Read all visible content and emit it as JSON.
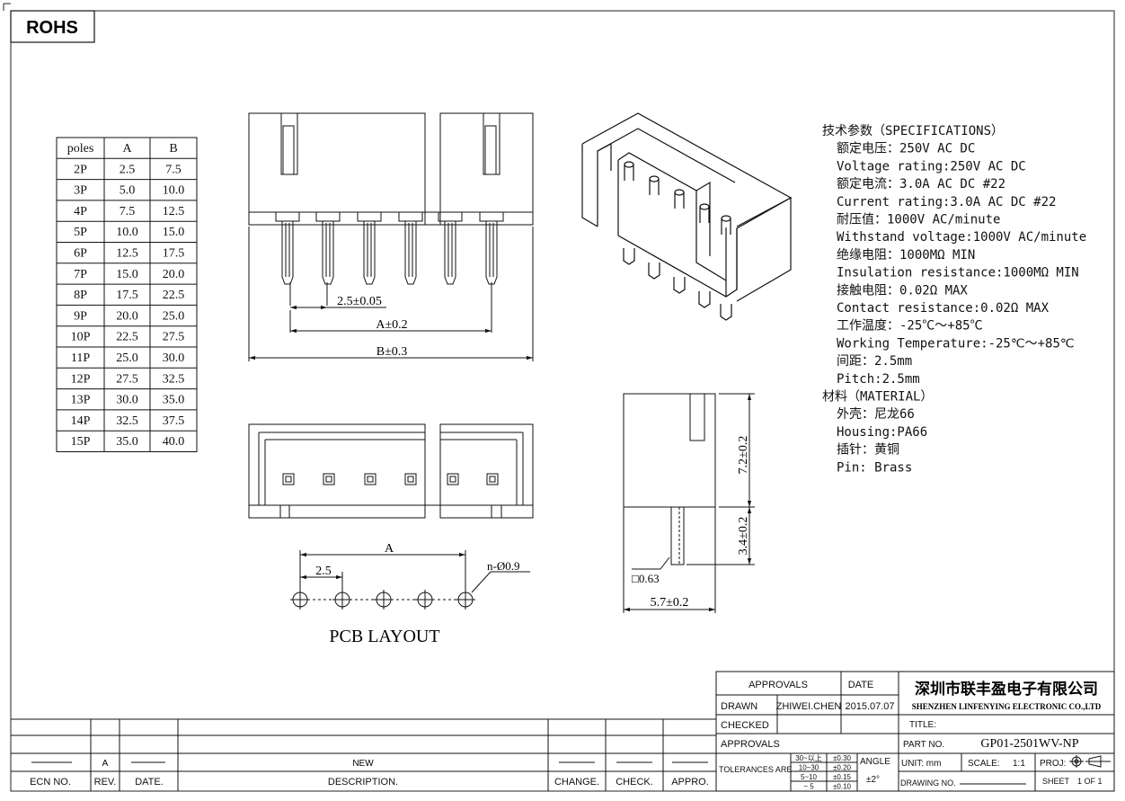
{
  "badge": "ROHS",
  "table": {
    "headers": [
      "poles",
      "A",
      "B"
    ],
    "rows": [
      [
        "2P",
        "2.5",
        "7.5"
      ],
      [
        "3P",
        "5.0",
        "10.0"
      ],
      [
        "4P",
        "7.5",
        "12.5"
      ],
      [
        "5P",
        "10.0",
        "15.0"
      ],
      [
        "6P",
        "12.5",
        "17.5"
      ],
      [
        "7P",
        "15.0",
        "20.0"
      ],
      [
        "8P",
        "17.5",
        "22.5"
      ],
      [
        "9P",
        "20.0",
        "25.0"
      ],
      [
        "10P",
        "22.5",
        "27.5"
      ],
      [
        "11P",
        "25.0",
        "30.0"
      ],
      [
        "12P",
        "27.5",
        "32.5"
      ],
      [
        "13P",
        "30.0",
        "35.0"
      ],
      [
        "14P",
        "32.5",
        "37.5"
      ],
      [
        "15P",
        "35.0",
        "40.0"
      ]
    ]
  },
  "dims": {
    "pitch": "2.5±0.05",
    "a": "A±0.2",
    "b": "B±0.3",
    "height_top": "7.2±0.2",
    "height_pin": "3.4±0.2",
    "width": "5.7±0.2",
    "pin_square": "□0.63",
    "pcb_a": "A",
    "pcb_pitch": "2.5",
    "hole": "n-Ø0.9"
  },
  "pcb_title": "PCB LAYOUT",
  "specs": [
    "技术参数（SPECIFICATIONS）",
    "额定电压：250V AC DC",
    "Voltage rating:250V AC DC",
    "额定电流：3.0A AC DC #22",
    "Current rating:3.0A AC DC #22",
    "耐压值：1000V AC/minute",
    "Withstand voltage:1000V AC/minute",
    "绝缘电阻：1000MΩ MIN",
    "Insulation resistance:1000MΩ MIN",
    "接触电阻：0.02Ω MAX",
    "Contact resistance:0.02Ω MAX",
    "工作温度：-25℃～+85℃",
    "Working Temperature:-25℃～+85℃",
    "间距：2.5mm",
    "Pitch:2.5mm",
    "材料（MATERIAL）",
    "外壳：尼龙66",
    "Housing:PA66",
    "插针：黄铜",
    "Pin: Brass"
  ],
  "title_block": {
    "approvals": "APPROVALS",
    "date": "DATE",
    "drawn": "DRAWN",
    "drawn_by": "ZHIWEI.CHEN",
    "drawn_date": "2015.07.07",
    "checked": "CHECKED",
    "approvals2": "APPROVALS",
    "tolerances": "TOLERANCES ARE",
    "tol_rows": [
      [
        "30~以上",
        "±0.30"
      ],
      [
        "10~30",
        "±0.20"
      ],
      [
        "5~10",
        "±0.15"
      ],
      [
        "~ 5",
        "±0.10"
      ]
    ],
    "angle": "ANGLE",
    "angle_val": "±2°",
    "company_cn": "深圳市联丰盈电子有限公司",
    "company_en": "SHENZHEN LINFENYING ELECTRONIC CO.,LTD",
    "title_label": "TITLE:",
    "part_label": "PART NO.",
    "part_no": "GP01-2501WV-NP",
    "unit_label": "UNIT: mm",
    "scale_label": "SCALE:",
    "scale_val": "1:1",
    "proj_label": "PROJ:",
    "drawing_no": "DRAWING NO.",
    "sheet": "SHEET",
    "sheet_val": "1 OF 1"
  },
  "revision": {
    "rev": "A",
    "desc": "NEW",
    "headers": [
      "ECN NO.",
      "REV.",
      "DATE.",
      "DESCRIPTION.",
      "CHANGE.",
      "CHECK.",
      "APPRO."
    ]
  }
}
